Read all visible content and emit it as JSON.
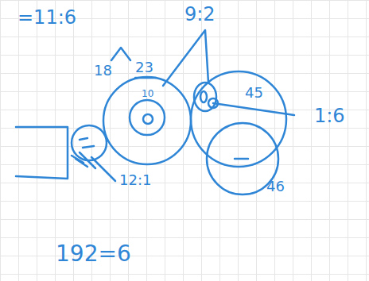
{
  "diagram": {
    "labels": [
      "=11:6",
      "9:2",
      "18",
      "23",
      "10",
      "45",
      "1:6",
      "12:1",
      "46",
      "192=6"
    ]
  }
}
